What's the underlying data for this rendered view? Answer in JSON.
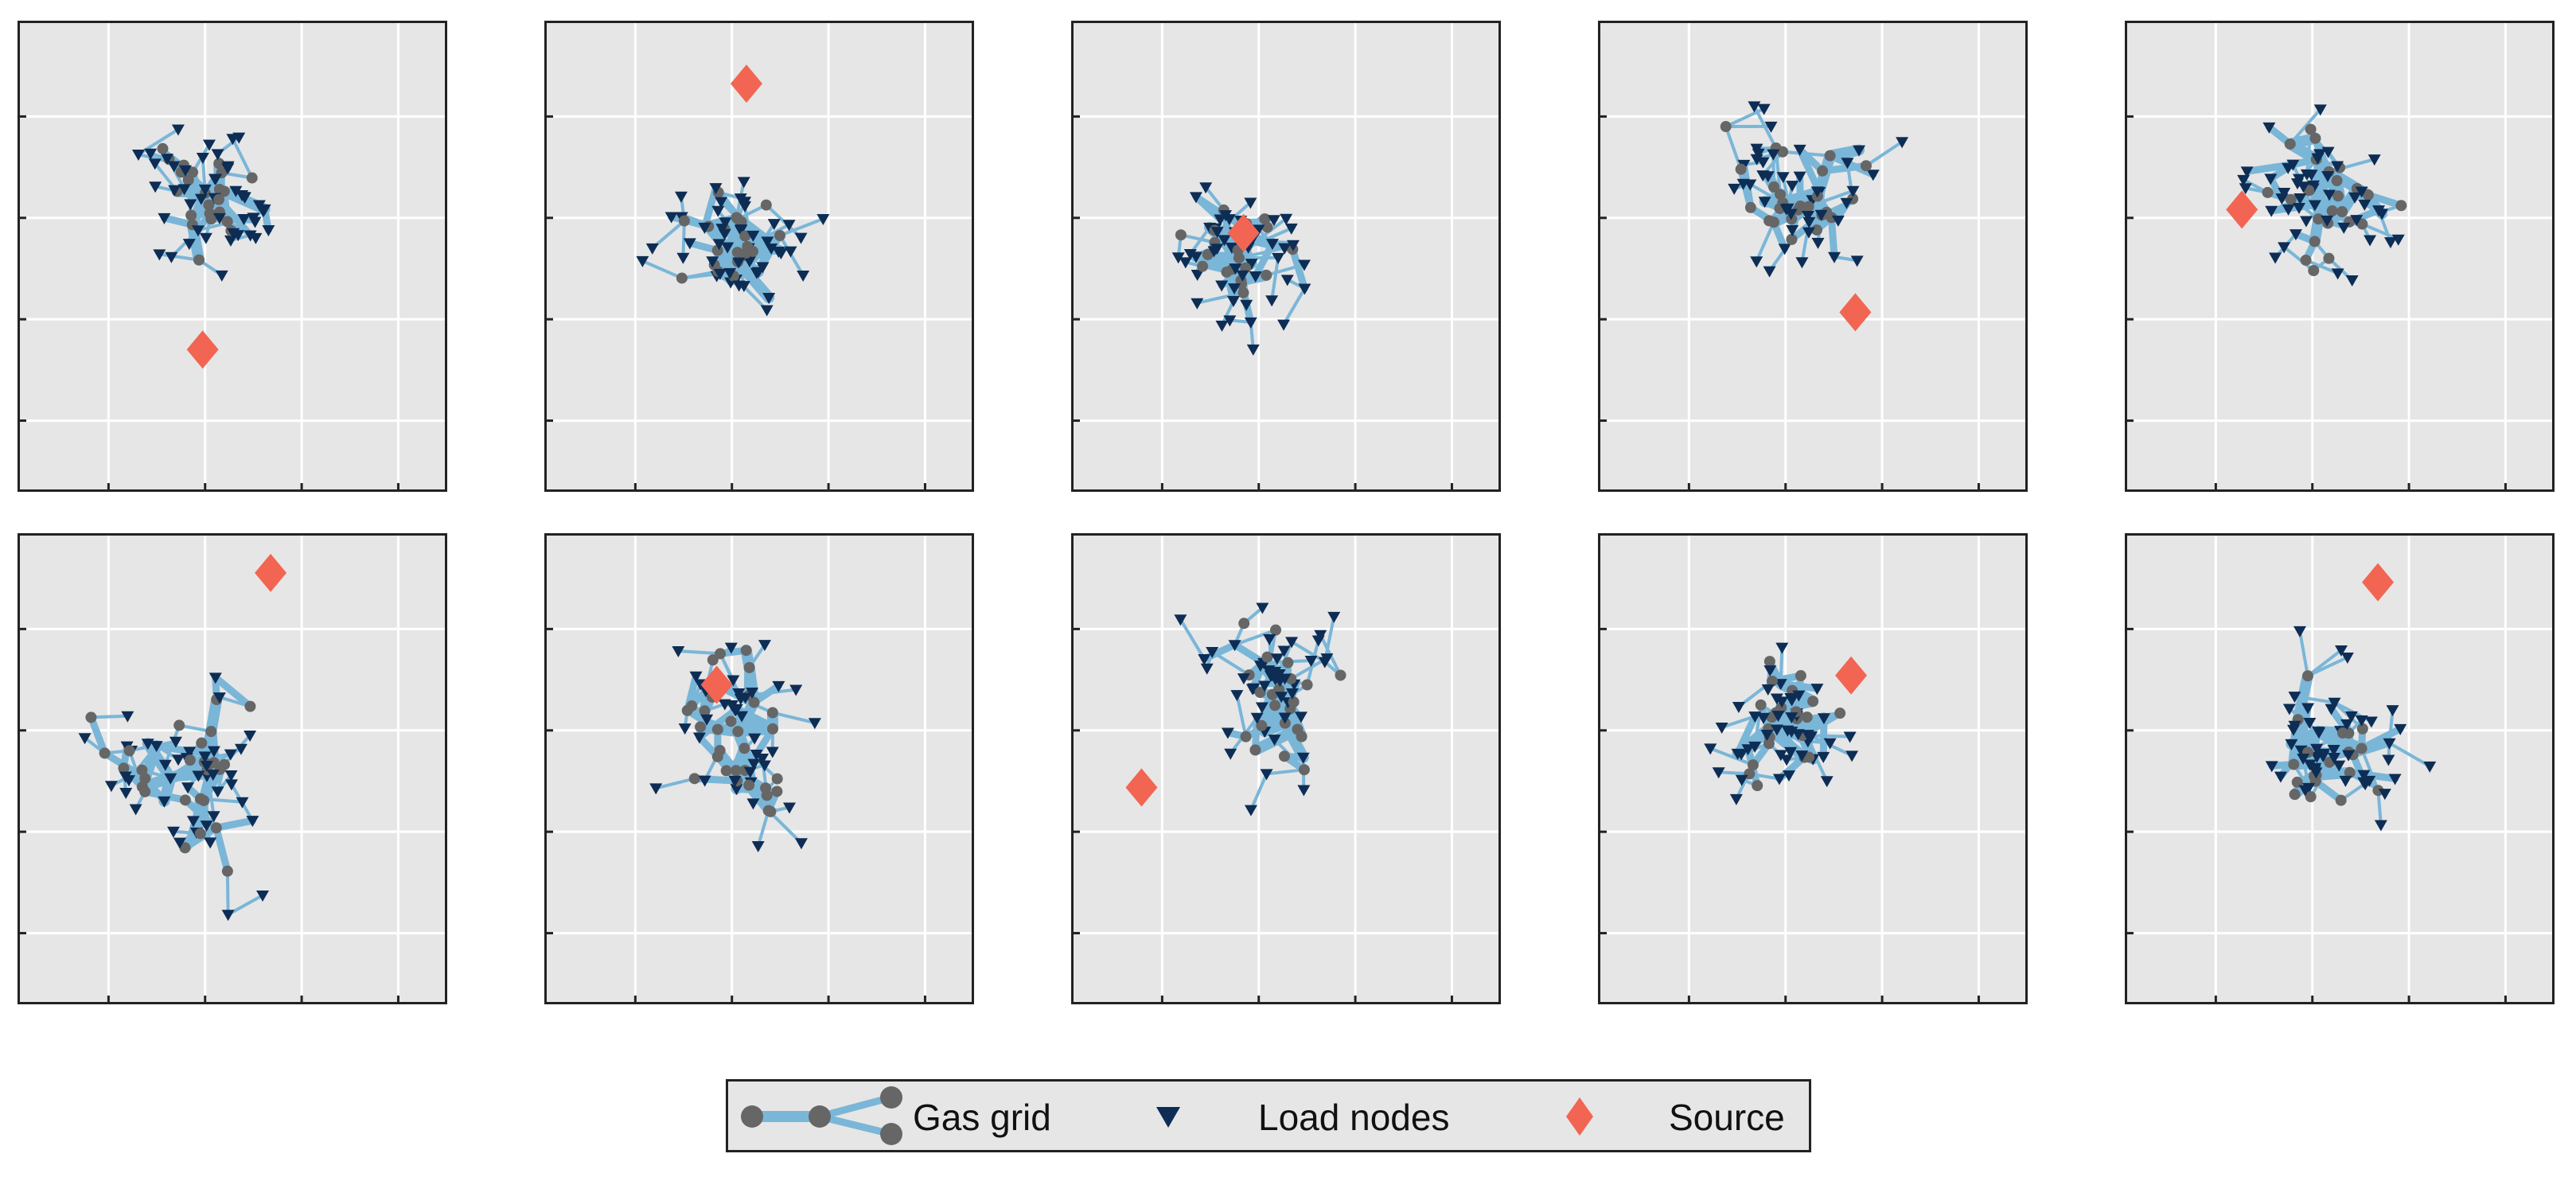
{
  "colors": {
    "panel_bg": "#e6e6e6",
    "grid_line": "#ffffff",
    "frame": "#222222",
    "pipe": "#7ab6d8",
    "grid_node": "#666666",
    "load_node": "#0d2d55",
    "source": "#f26552"
  },
  "legend": {
    "gas_grid": "Gas grid",
    "load_nodes": "Load nodes",
    "source": "Source"
  },
  "icons": {
    "gas_grid": "pipe-with-nodes-icon",
    "load_nodes": "down-triangle-icon",
    "source": "diamond-icon"
  },
  "networks_count": 10
}
